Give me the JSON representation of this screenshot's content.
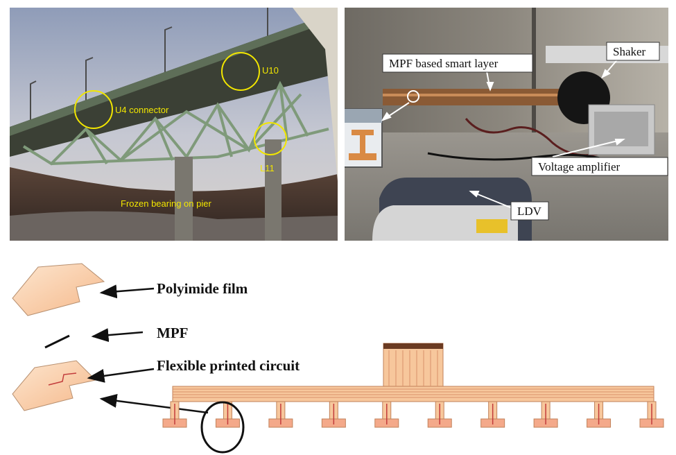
{
  "bridge_photo": {
    "labels": {
      "u4": "U4 connector",
      "u10": "U10",
      "l11": "L11",
      "bearing": "Frozen bearing on pier"
    },
    "label_color": "#f2e600"
  },
  "lab_photo": {
    "labels": {
      "smart_layer": "MPF based smart layer",
      "shaker": "Shaker",
      "amplifier": "Voltage amplifier",
      "ldv": "LDV"
    }
  },
  "sensor_diagram": {
    "labels": {
      "film": "Polyimide film",
      "mpf": "MPF",
      "fpc": "Flexible printed circuit"
    },
    "pad_count": 10,
    "colors": {
      "film": "#f7c79c",
      "trace": "#d9906a",
      "pad": "#f4a98a"
    }
  }
}
